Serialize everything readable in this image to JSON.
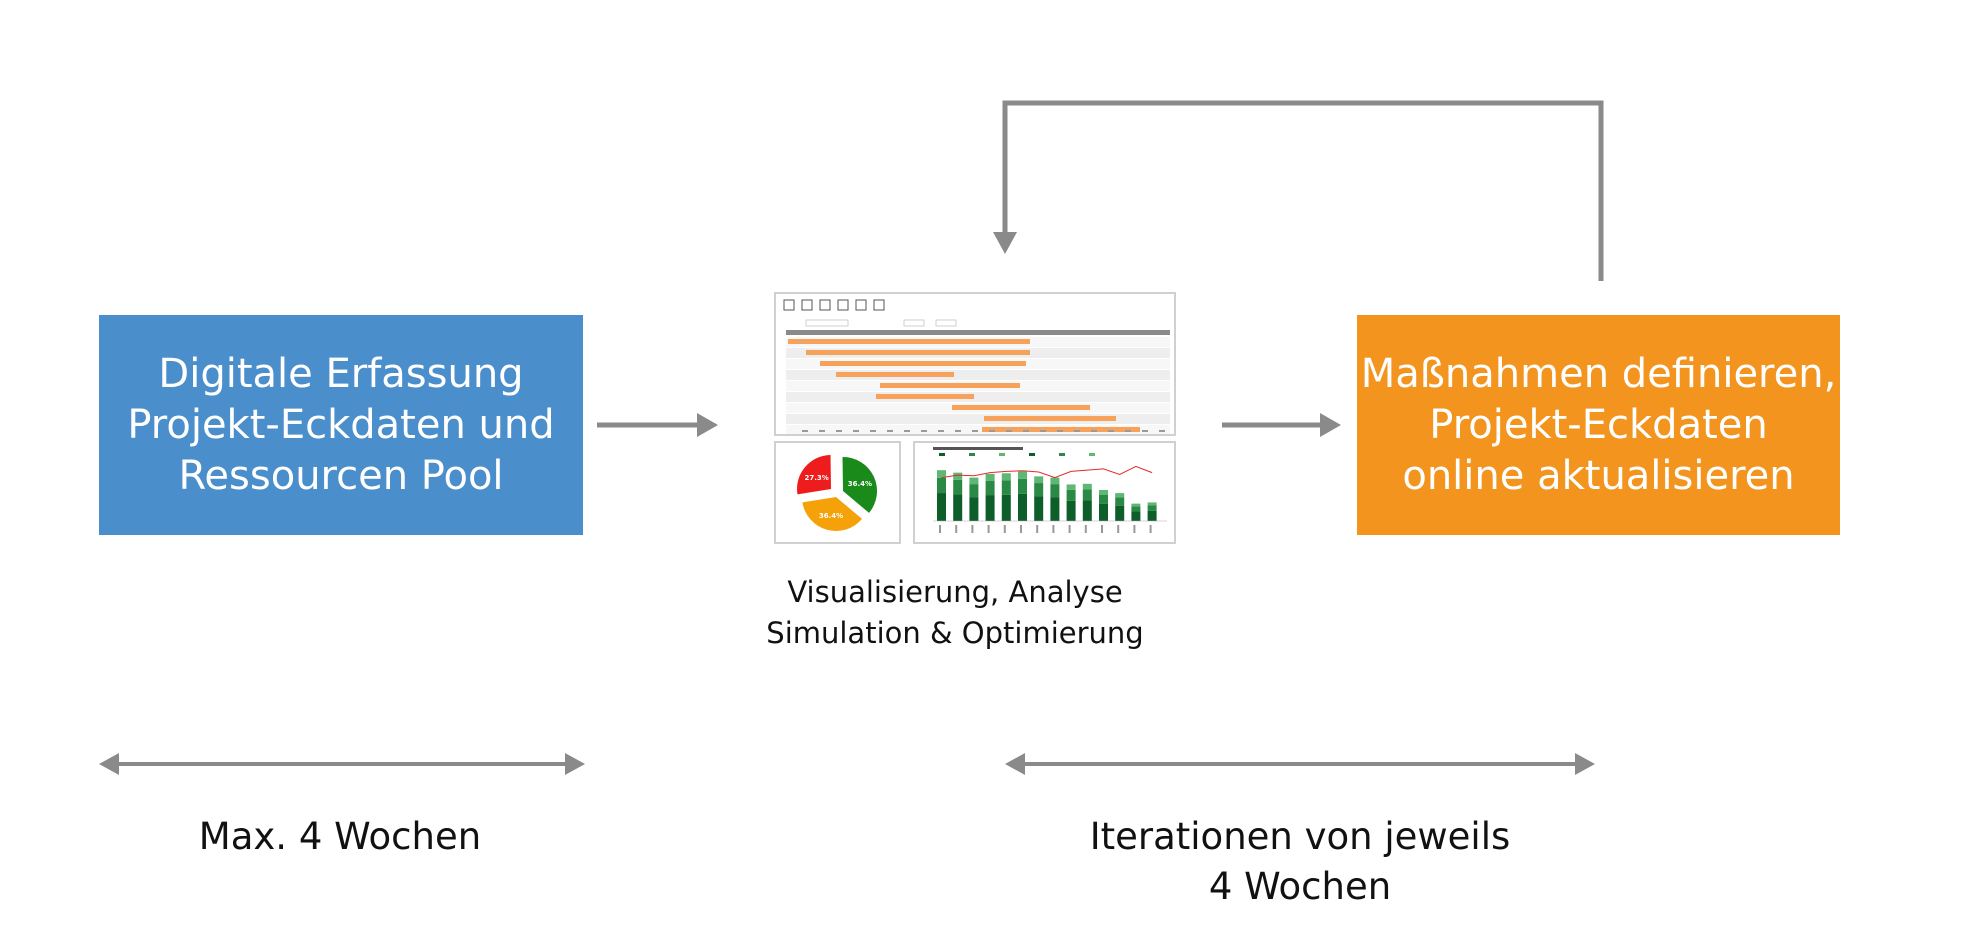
{
  "left_box": {
    "lines": [
      "Digitale Erfassung",
      "Projekt-Eckdaten und",
      "Ressourcen Pool"
    ],
    "color": "#4a8ecc"
  },
  "right_box": {
    "lines": [
      "Maßnahmen definieren,",
      "Projekt-Eckdaten",
      "online aktualisieren"
    ],
    "color": "#f3941e"
  },
  "middle_caption": {
    "lines": [
      "Visualisierung, Analyse",
      "Simulation & Optimierung"
    ]
  },
  "left_duration": {
    "lines": [
      "Max. 4 Wochen"
    ]
  },
  "right_duration": {
    "lines": [
      "Iterationen von jeweils",
      "4 Wochen"
    ]
  },
  "thumbnails": {
    "gantt": {
      "bar_color": "#f6a25a",
      "highlight_color": "#5b7fc4",
      "icons": [
        "presentation-icon",
        "camera-icon",
        "clock-icon",
        "pin-icon",
        "people-icon",
        "list-icon"
      ]
    },
    "pie": {
      "slices": [
        {
          "label": "27.3%",
          "value": 27.3,
          "color": "#ee1c1c"
        },
        {
          "label": "36.4%",
          "value": 36.4,
          "color": "#1a8a1a"
        },
        {
          "label": "36.4%",
          "value": 36.4,
          "color": "#f5a20a"
        }
      ]
    },
    "bars": {
      "values": [
        82,
        78,
        70,
        76,
        77,
        80,
        72,
        70,
        59,
        60,
        50,
        45,
        28,
        30
      ],
      "line_values": [
        70,
        74,
        73,
        78,
        80,
        81,
        79,
        70,
        80,
        82,
        84,
        75,
        88,
        78
      ],
      "colors": [
        "#0e5e2a",
        "#2a8a45",
        "#5fb774"
      ],
      "line_color": "#e32b2b"
    }
  },
  "arrow_color": "#8a8a8a"
}
